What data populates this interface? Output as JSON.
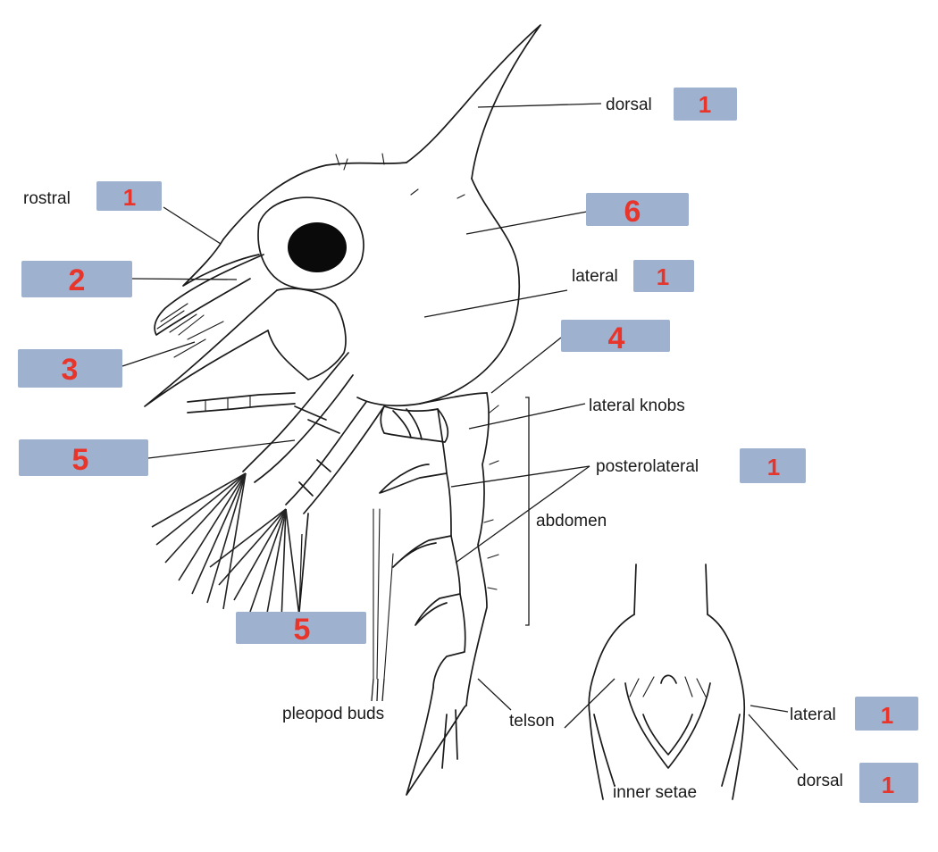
{
  "labels": {
    "dorsal_top": "dorsal",
    "rostral": "rostral",
    "lateral_carapace": "lateral",
    "lateral_knobs": "lateral knobs",
    "posterolateral": "posterolateral",
    "abdomen": "abdomen",
    "pleopod_buds": "pleopod buds",
    "telson": "telson",
    "lateral_telson": "lateral",
    "dorsal_telson": "dorsal",
    "inner_setae": "inner setae"
  },
  "answer_boxes": {
    "box_dorsal_top": "1",
    "box_rostral": "1",
    "box_2": "2",
    "box_3": "3",
    "box_5_upper": "5",
    "box_6": "6",
    "box_lateral_carapace": "1",
    "box_4": "4",
    "box_posterolateral": "1",
    "box_5_lower": "5",
    "box_lateral_telson": "1",
    "box_dorsal_telson": "1"
  },
  "colors": {
    "box_fill": "#9eb1cf",
    "number_ink": "#e8352b",
    "line_ink": "#1a1a1a"
  }
}
